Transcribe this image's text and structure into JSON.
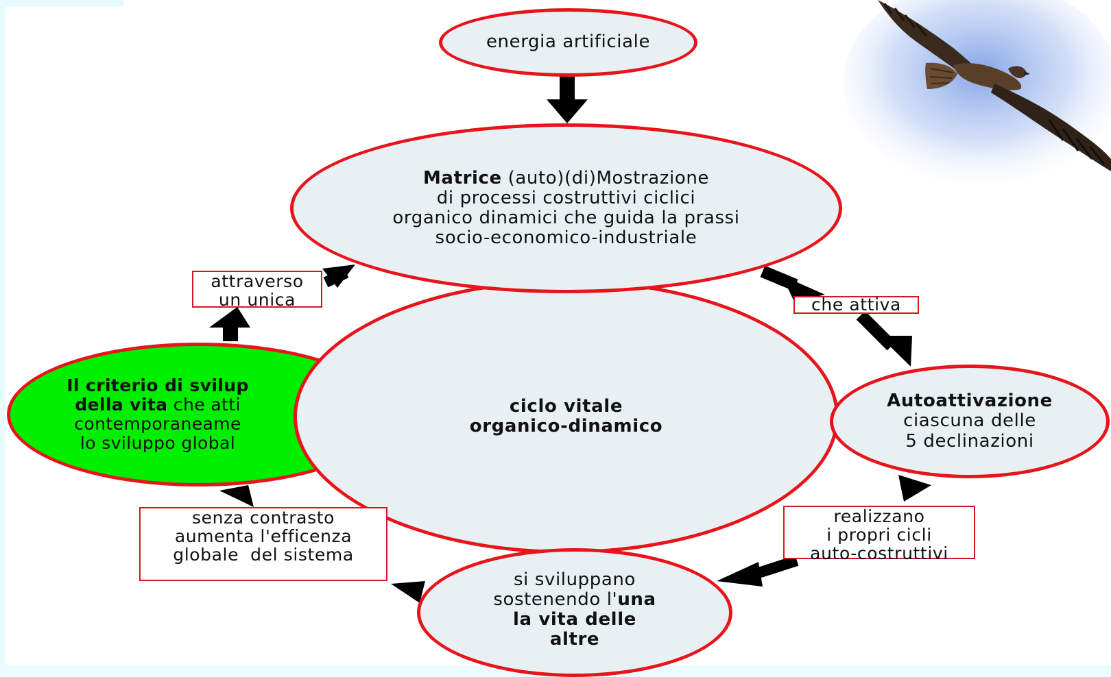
{
  "nodes": {
    "energia": {
      "text": "energia artificiale"
    },
    "matrice": {
      "bold": "Matrice",
      "line1_rest": " (auto)(di)Mostrazione",
      "line2": "di processi costruttivi ciclici",
      "line3": "organico dinamici che guida la prassi",
      "line4": "socio-economico-industriale"
    },
    "ciclo": {
      "line1": "ciclo vitale",
      "line2": "organico-dinamico"
    },
    "autoattivazione": {
      "bold": "Autoattivazione",
      "line2": "ciascuna delle",
      "line3": "5 declinazioni"
    },
    "sviluppano": {
      "line1": "si sviluppano",
      "line2_plain": "sostenendo l'",
      "line2_bold": "una",
      "line3": "la vita delle",
      "line4": "altre"
    },
    "criterio": {
      "line1": "Il criterio di svilup",
      "line2_bold": "della vita",
      "line2_rest": " che atti",
      "line3": "contemporaneame",
      "line4": "lo sviluppo global"
    }
  },
  "labels": {
    "attraverso": {
      "line1": "attraverso",
      "line2": "un unica"
    },
    "che_attiva": {
      "text": "che attiva"
    },
    "realizzano": {
      "line1": "realizzano",
      "line2": "i propri cicli",
      "line3": "auto-costruttivi"
    },
    "senza": {
      "line1": "senza contrasto",
      "line2": "aumenta l'efficenza",
      "line3": "globale  del sistema"
    }
  },
  "colors": {
    "node_border": "#e8141b",
    "node_fill": "#e9f0f3",
    "criterio_fill": "#00ee00",
    "arrow": "#000000"
  },
  "image": {
    "icon": "hawk-in-flight-photo"
  }
}
